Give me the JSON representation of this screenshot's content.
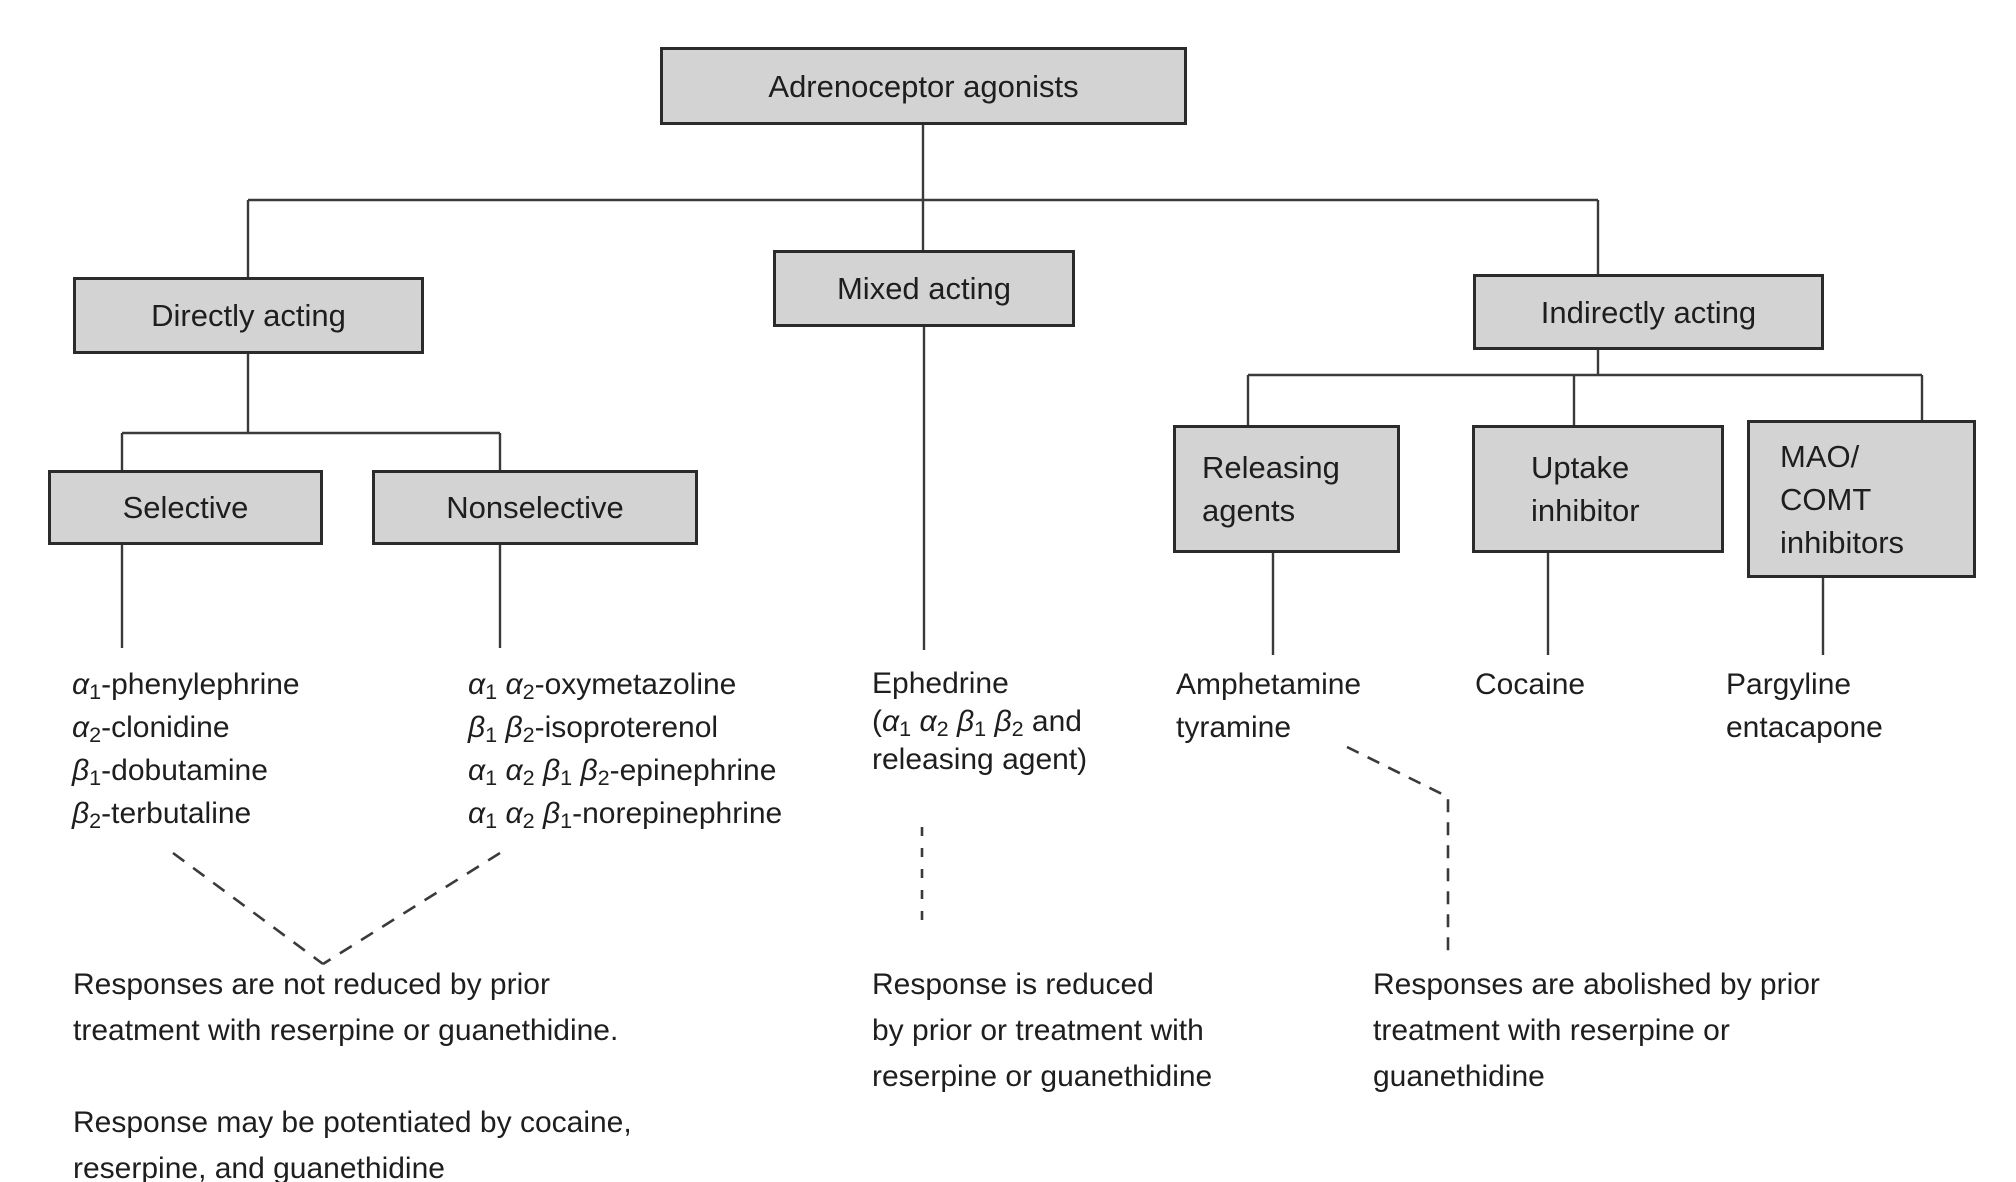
{
  "palette": {
    "box_fill": "#d3d3d3",
    "box_border": "#2b2b2b",
    "line": "#3a3a3a",
    "text": "#1e1e1e",
    "bg": "#ffffff"
  },
  "root": {
    "label": "Adrenoceptor agonists"
  },
  "branches": {
    "directly": {
      "label": "Directly acting"
    },
    "mixed": {
      "label": "Mixed acting"
    },
    "indirectly": {
      "label": "Indirectly acting"
    }
  },
  "directly_children": {
    "selective": {
      "label": "Selective",
      "drugs": [
        "α1-phenylephrine",
        "α2-clonidine",
        "β1-dobutamine",
        "β2-terbutaline"
      ]
    },
    "nonselective": {
      "label": "Nonselective",
      "drugs": [
        "α1 α2-oxymetazoline",
        "β1 β2-isoproterenol",
        "α1 α2 β1 β2-epinephrine",
        "α1 α2 β1-norepinephrine"
      ]
    }
  },
  "mixed_children": {
    "ephedrine_lines": [
      "Ephedrine",
      "(α1 α2 β1 β2 and",
      "releasing agent)"
    ]
  },
  "indirectly_children": {
    "releasing": {
      "label_lines": [
        "Releasing",
        "agents"
      ],
      "drugs": [
        "Amphetamine",
        "tyramine"
      ]
    },
    "uptake": {
      "label_lines": [
        "Uptake",
        "inhibitor"
      ],
      "drugs": [
        "Cocaine"
      ]
    },
    "mao": {
      "label_lines": [
        "MAO/",
        "COMT",
        "inhibitors"
      ],
      "drugs": [
        "Pargyline",
        "entacapone"
      ]
    }
  },
  "notes": {
    "direct": [
      "Responses are not reduced by prior",
      "treatment with reserpine or guanethidine.",
      "",
      "Response may be potentiated by cocaine,",
      "reserpine, and guanethidine"
    ],
    "mixed": [
      "Response is reduced",
      "by prior or treatment with",
      "reserpine or guanethidine"
    ],
    "indirect": [
      "Responses are abolished by prior",
      "treatment with reserpine or",
      "guanethidine"
    ]
  }
}
